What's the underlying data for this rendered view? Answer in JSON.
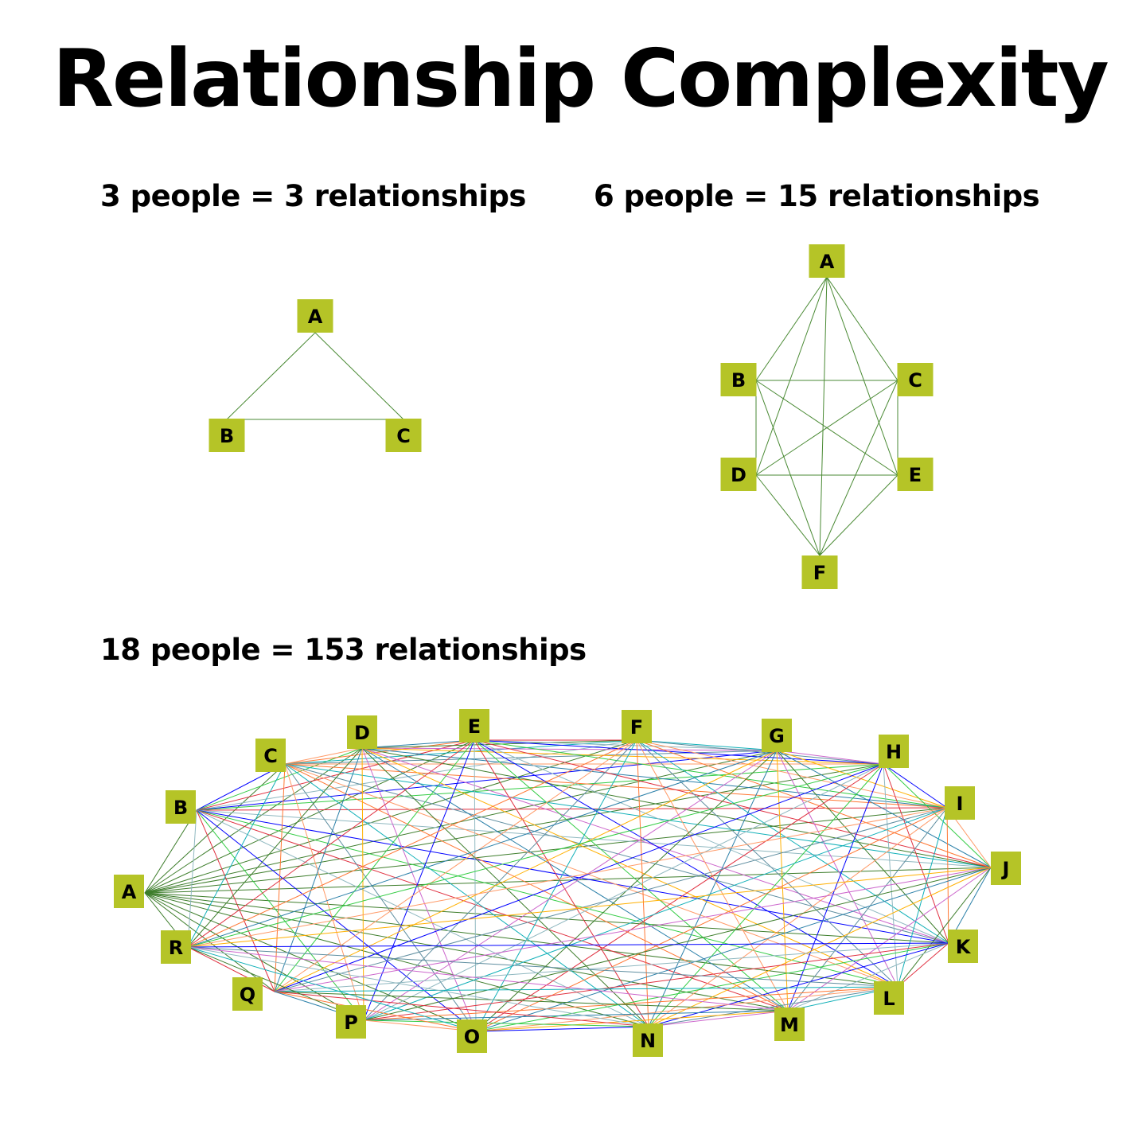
{
  "title": "Relationship Complexity",
  "graphs": [
    {
      "caption": "3 people = 3 relationships",
      "people": 3,
      "relationships": 3,
      "nodes": [
        "A",
        "B",
        "C"
      ]
    },
    {
      "caption": "6 people = 15 relationships",
      "people": 6,
      "relationships": 15,
      "nodes": [
        "A",
        "B",
        "C",
        "D",
        "E",
        "F"
      ]
    },
    {
      "caption": "18 people = 153 relationships",
      "people": 18,
      "relationships": 153,
      "nodes": [
        "A",
        "B",
        "C",
        "D",
        "E",
        "F",
        "G",
        "H",
        "I",
        "J",
        "K",
        "L",
        "M",
        "N",
        "O",
        "P",
        "Q",
        "R"
      ]
    }
  ],
  "colors": {
    "node_fill": "#b5c427",
    "small_graph_edge": "#4a8a34",
    "edge_palette": [
      "#3d7d2b",
      "#0000ff",
      "#ff7733",
      "#cc66cc",
      "#33cc44",
      "#11b0b8",
      "#ffb000",
      "#e03040",
      "#5f8ea0",
      "#2a7fa8",
      "#8fb8c0",
      "#ff9966"
    ]
  }
}
